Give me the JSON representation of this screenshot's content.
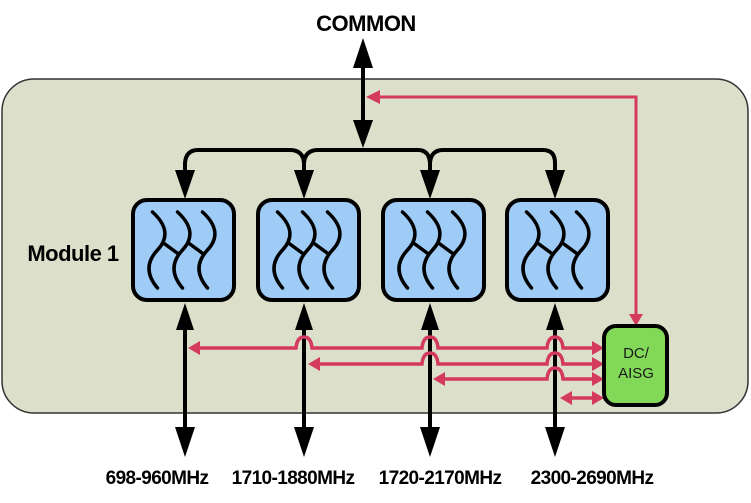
{
  "title": "COMMON",
  "module_label": "Module 1",
  "dc_block": {
    "line1": "DC/",
    "line2": "AISG"
  },
  "bands": [
    {
      "label": "698-960MHz"
    },
    {
      "label": "1710-1880MHz"
    },
    {
      "label": "1720-2170MHz"
    },
    {
      "label": "2300-2690MHz"
    }
  ],
  "colors": {
    "module_fill": "#dcdfca",
    "filter_fill": "#9fcbf7",
    "dc_fill": "#82d957",
    "signal_line": "#000000",
    "dc_line": "#d33a5e"
  }
}
